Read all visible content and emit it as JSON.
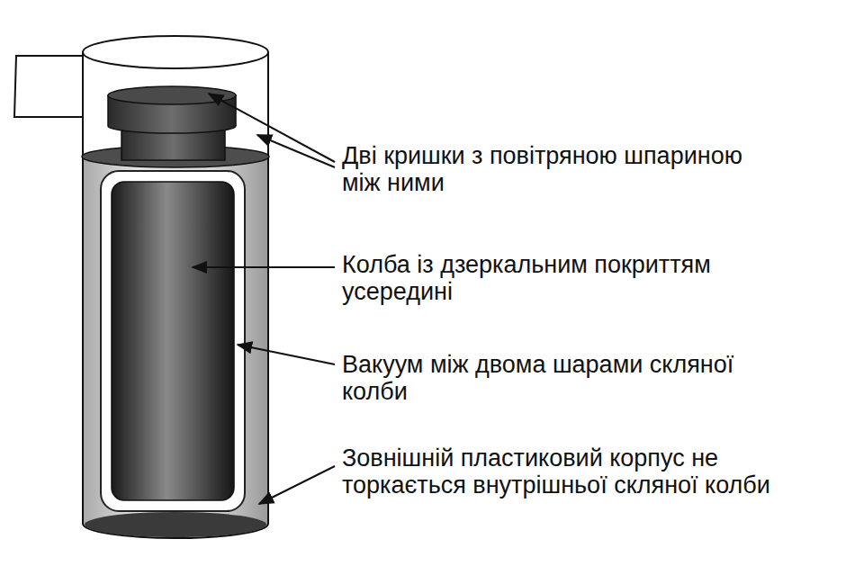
{
  "diagram": {
    "labels": [
      "Дві кришки з повітряною шпариною між ними",
      "Колба із дзеркальним покриттям усередині",
      "Вакуум між двома шарами скляної колби",
      "Зовнішній пластиковий корпус не торкається внутрішньої скляної колби"
    ]
  }
}
